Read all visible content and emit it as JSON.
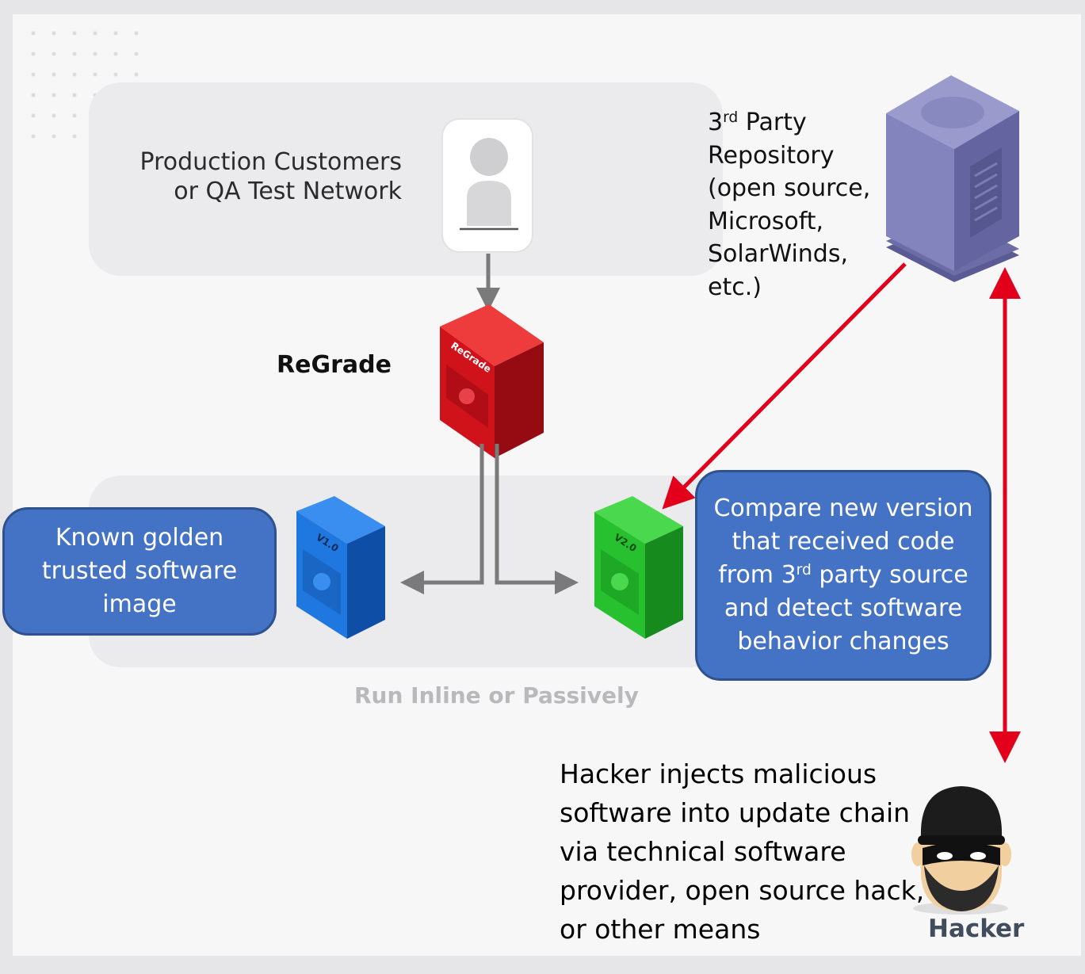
{
  "network": {
    "line1": "Production Customers",
    "line2": "or QA Test Network"
  },
  "regrade": {
    "label": "ReGrade",
    "box_label": "ReGrade"
  },
  "repository": {
    "line1_base": "3",
    "line1_sup": "rd",
    "line1_rest": " Party",
    "lines": [
      "Repository",
      "(open source,",
      "Microsoft,",
      "SolarWinds,",
      "etc.)"
    ]
  },
  "golden": {
    "lines": [
      "Known golden",
      "trusted software",
      "image"
    ],
    "box_label": "V1.0"
  },
  "compare": {
    "line1": "Compare new version",
    "line2": "that received code",
    "line3_pre": "from 3",
    "line3_sup": "rd",
    "line3_post": " party  source",
    "line4": "and detect software",
    "line5": "behavior changes",
    "box_label": "V2.0"
  },
  "mode": {
    "label": "Run Inline or Passively"
  },
  "hacker": {
    "lines": [
      "Hacker injects malicious",
      "software into update chain",
      "via technical software",
      "provider, open source hack,",
      "or other means"
    ],
    "label": "Hacker"
  },
  "colors": {
    "arrow_red": "#e3001b",
    "callout_blue": "#4472c4",
    "regrade_red": "#d0121b",
    "v1_blue": "#1f77e0",
    "v2_green": "#27c02f",
    "server_purple": "#7a7bb3"
  }
}
